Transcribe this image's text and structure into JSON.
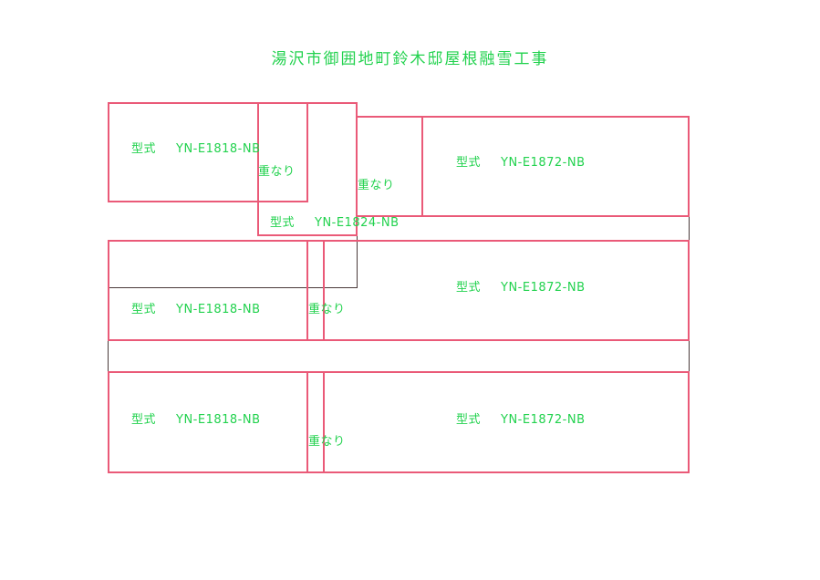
{
  "title": "湯沢市御囲地町鈴木邸屋根融雪工事",
  "type_label": "型式",
  "overlap_label": "重なり",
  "panels": {
    "e1818": "YN-E1818-NB",
    "e1824": "YN-E1824-NB",
    "e1872": "YN-E1872-NB"
  },
  "colors": {
    "panel_outline": "#ea5a78",
    "text": "#22d24e"
  }
}
